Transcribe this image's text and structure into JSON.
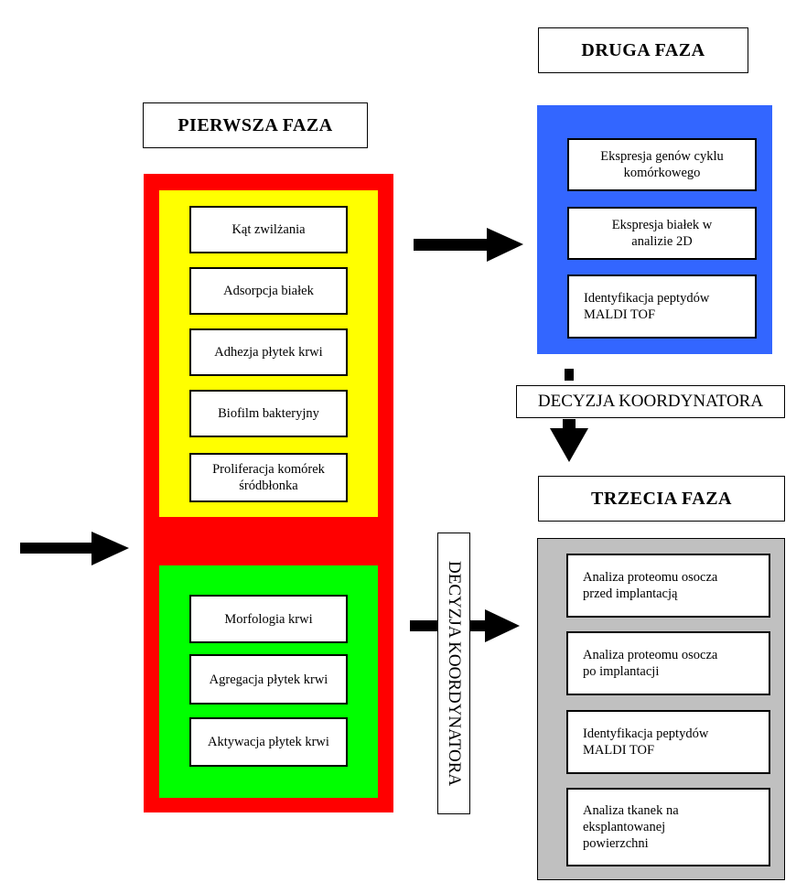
{
  "colors": {
    "phase1_outer": "#ff0000",
    "phase1_group_a": "#ffff00",
    "phase1_group_b": "#00ff00",
    "phase2_bg": "#3366ff",
    "phase3_bg": "#c0c0c0",
    "arrow": "#000000"
  },
  "phase1": {
    "title": "PIERWSZA FAZA",
    "group_a": [
      "Kąt zwilżania",
      "Adsorpcja białek",
      "Adhezja płytek krwi",
      "Biofilm bakteryjny",
      "Proliferacja komórek\nśródbłonka"
    ],
    "group_b": [
      "Morfologia krwi",
      "Agregacja płytek krwi",
      "Aktywacja płytek krwi"
    ]
  },
  "phase2": {
    "title": "DRUGA FAZA",
    "items": [
      "Ekspresja genów cyklu\nkomórkowego",
      "Ekspresja białek w\nanalizie 2D",
      "Identyfikacja peptydów\nMALDI TOF"
    ]
  },
  "phase3": {
    "title": "TRZECIA FAZA",
    "items": [
      "Analiza proteomu osocza\nprzed implantacją",
      "Analiza proteomu osocza\npo implantacji",
      "Identyfikacja peptydów\nMALDI TOF",
      "Analiza tkanek na\neksplantowanej\npowierzchni"
    ]
  },
  "decisions": {
    "horizontal": "DECYZJA KOORDYNATORA",
    "vertical": "DECYZJA KOORDYNATORA"
  }
}
